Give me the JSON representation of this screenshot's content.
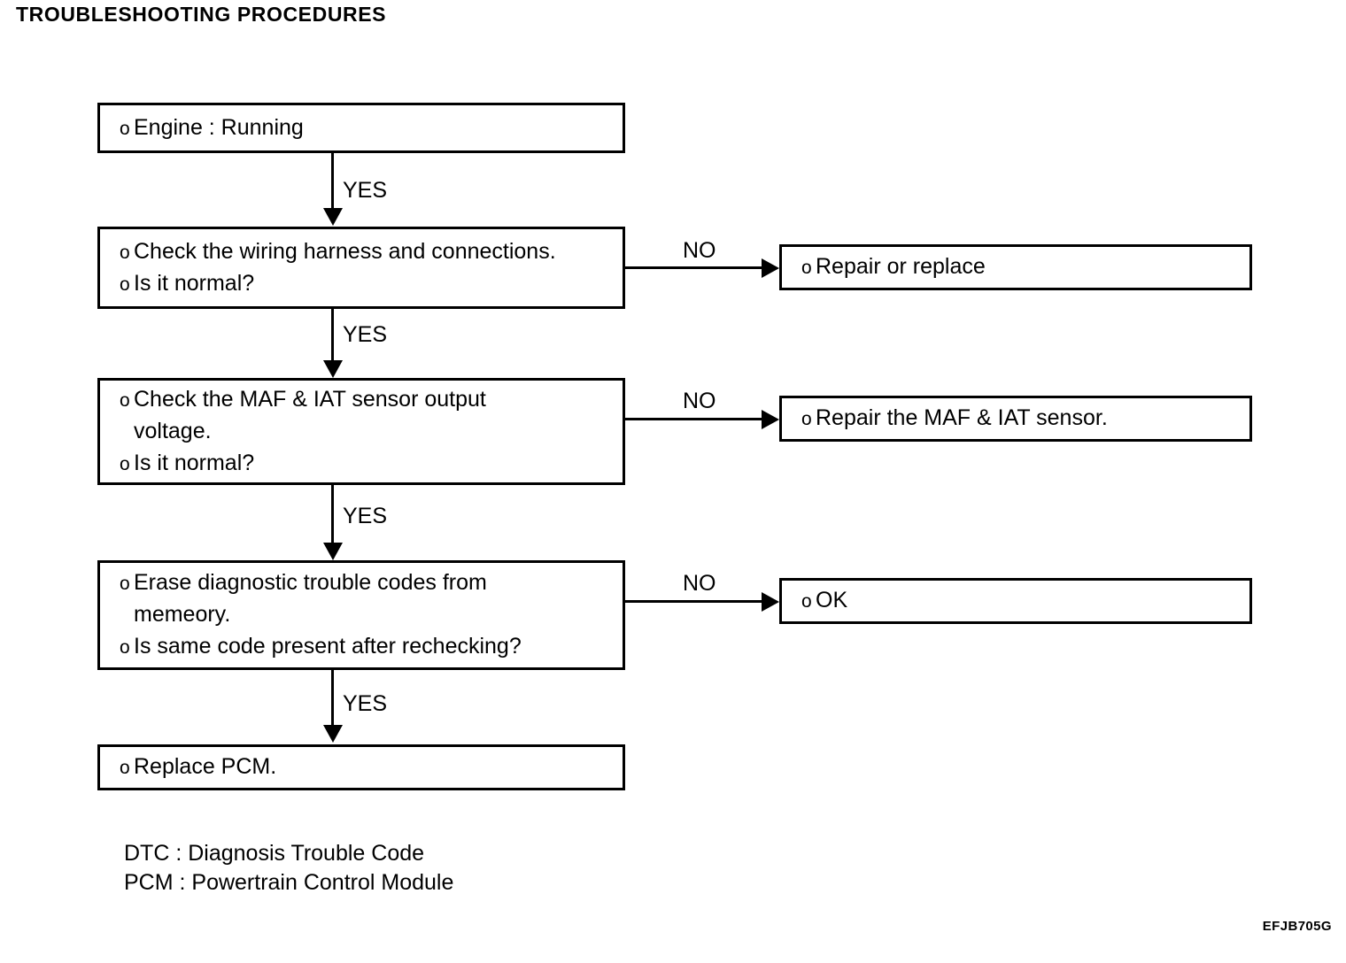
{
  "document": {
    "title": "TROUBLESHOOTING PROCEDURES",
    "figure_code": "EFJB705G"
  },
  "flow": {
    "bullet_glyph": "o",
    "nodes": [
      {
        "id": "engine-running",
        "lines": [
          "Engine : Running"
        ]
      },
      {
        "id": "check-wiring-harness",
        "lines": [
          "Check the wiring harness and connections.",
          "Is it normal?"
        ]
      },
      {
        "id": "repair-or-replace",
        "lines": [
          "Repair or replace"
        ]
      },
      {
        "id": "check-maf-iat-voltage",
        "lines": [
          "Check the MAF & IAT sensor output",
          "voltage.",
          "Is it normal?"
        ]
      },
      {
        "id": "repair-maf-iat-sensor",
        "lines": [
          "Repair the MAF & IAT sensor."
        ]
      },
      {
        "id": "erase-dtc-memory",
        "lines": [
          "Erase diagnostic trouble codes from",
          "memeory.",
          "Is same code present after rechecking?"
        ]
      },
      {
        "id": "ok",
        "lines": [
          "OK"
        ]
      },
      {
        "id": "replace-pcm",
        "lines": [
          "Replace PCM."
        ]
      }
    ],
    "edges": {
      "yes_1": "YES",
      "no_1": "NO",
      "yes_2": "YES",
      "no_2": "NO",
      "yes_3": "YES",
      "no_3": "NO",
      "yes_4": "YES"
    }
  },
  "legend": {
    "rows": [
      "DTC : Diagnosis Trouble Code",
      "PCM : Powertrain Control Module"
    ]
  },
  "colors": {
    "ink": "#000000",
    "paper": "#ffffff"
  }
}
